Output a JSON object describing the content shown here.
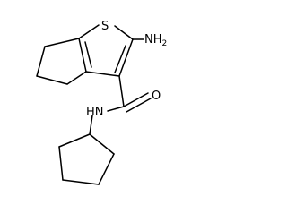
{
  "molecule": {
    "atoms": {
      "sulfur": "S",
      "amino": "NH",
      "amino_subscript": "2",
      "oxygen": "O",
      "amide_nitrogen": "HN"
    },
    "colors": {
      "bond": "#000000",
      "label": "#000000",
      "background": "#ffffff"
    }
  }
}
